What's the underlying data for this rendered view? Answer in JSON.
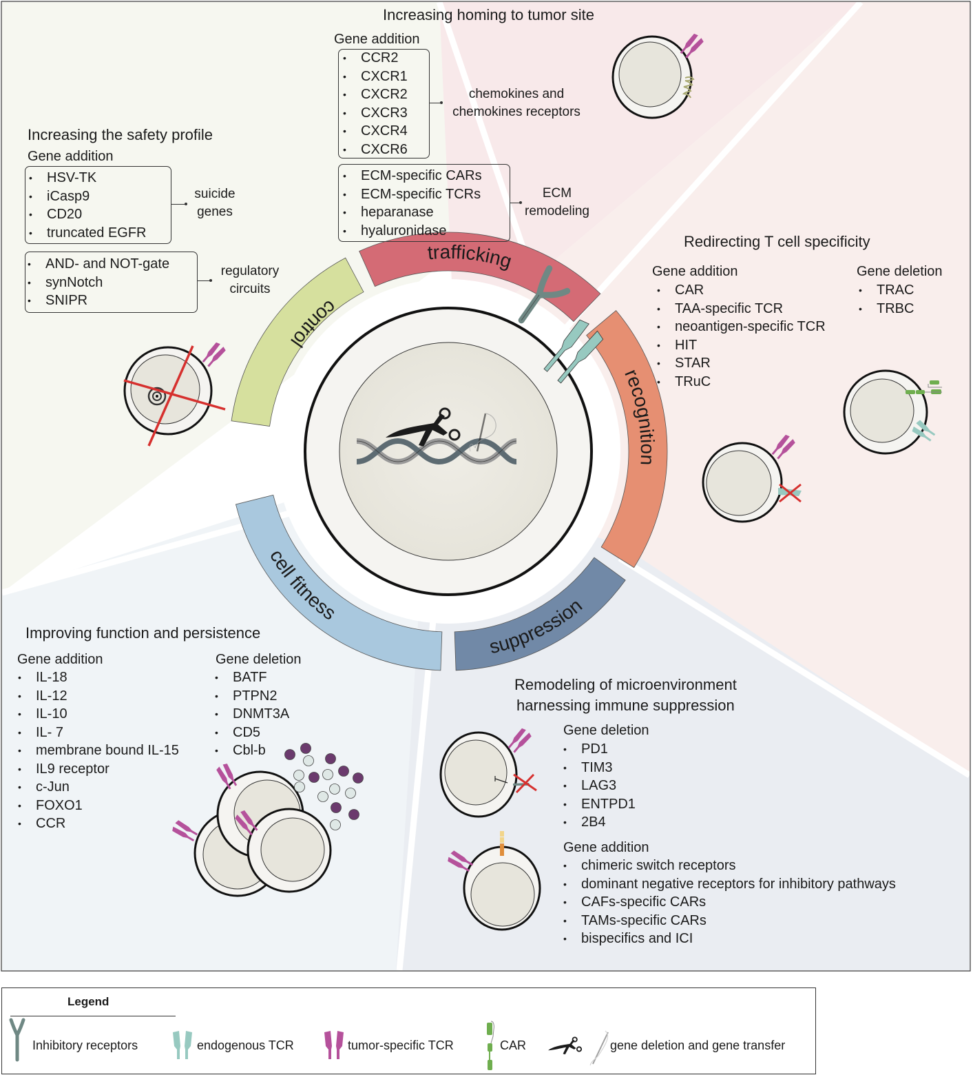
{
  "colors": {
    "control": "#d6e09e",
    "trafficking": "#d46b75",
    "recognition": "#e68f72",
    "cell_fitness": "#a9c8de",
    "suppression": "#7189a7",
    "bg_control": "#f6f7f0",
    "bg_trafficking": "#f8e9ea",
    "bg_recognition": "#f9eeec",
    "bg_fitness": "#f0f4f7",
    "bg_suppression": "#eaedf2",
    "tumor_tcr": "#b5519b",
    "endogenous_tcr": "#97c9c0",
    "inhibitory_receptor": "#7a948f",
    "car": "#6fae4f",
    "cross": "#d6302e"
  },
  "center": {
    "segments": {
      "control": "control",
      "trafficking": "trafficking",
      "recognition": "recognition",
      "cell_fitness": "cell fitness",
      "suppression": "suppression"
    },
    "icons": [
      "scissors-icon",
      "dna-helix-icon",
      "needle-thread-icon"
    ]
  },
  "safety": {
    "title": "Increasing the safety profile",
    "subtitle": "Gene addition",
    "suicide_items": [
      "HSV-TK",
      "iCasp9",
      "CD20",
      "truncated EGFR"
    ],
    "suicide_label": [
      "suicide",
      "genes"
    ],
    "circuit_items": [
      "AND- and NOT-gate",
      "synNotch",
      "SNIPR"
    ],
    "circuit_label": [
      "regulatory",
      "circuits"
    ]
  },
  "homing": {
    "title": "Increasing homing to tumor site",
    "subtitle": "Gene addition",
    "chemokine_items": [
      "CCR2",
      "CXCR1",
      "CXCR2",
      "CXCR3",
      "CXCR4",
      "CXCR6"
    ],
    "chemokine_label": [
      "chemokines and",
      "chemokines receptors"
    ],
    "ecm_items": [
      "ECM-specific CARs",
      "ECM-specific TCRs",
      "heparanase",
      "hyaluronidase"
    ],
    "ecm_label": [
      "ECM",
      "remodeling"
    ]
  },
  "specificity": {
    "title": "Redirecting T cell specificity",
    "addition_title": "Gene addition",
    "addition_items": [
      "CAR",
      "TAA-specific TCR",
      "neoantigen-specific TCR",
      "HIT",
      "STAR",
      "TRuC"
    ],
    "deletion_title": "Gene deletion",
    "deletion_items": [
      "TRAC",
      "TRBC"
    ]
  },
  "persistence": {
    "title": "Improving function and persistence",
    "addition_title": "Gene addition",
    "addition_items": [
      "IL-18",
      "IL-12",
      "IL-10",
      "IL- 7",
      "membrane bound IL-15",
      "IL9 receptor",
      "c-Jun",
      "FOXO1",
      "CCR"
    ],
    "deletion_title": "Gene deletion",
    "deletion_items": [
      "BATF",
      "PTPN2",
      "DNMT3A",
      "CD5",
      "Cbl-b"
    ]
  },
  "microenvironment": {
    "title_line1": "Remodeling of microenvironment",
    "title_line2": "harnessing immune suppression",
    "deletion_title": "Gene deletion",
    "deletion_items": [
      "PD1",
      "TIM3",
      "LAG3",
      "ENTPD1",
      "2B4"
    ],
    "addition_title": "Gene addition",
    "addition_items": [
      "chimeric switch receptors",
      "dominant negative receptors for inhibitory pathways",
      "CAFs-specific CARs",
      "TAMs-specific CARs",
      "bispecifics and ICI"
    ]
  },
  "legend": {
    "title": "Legend",
    "items": [
      {
        "icon": "inhibitory-receptor-icon",
        "label": "Inhibitory receptors"
      },
      {
        "icon": "endogenous-tcr-icon",
        "label": "endogenous TCR"
      },
      {
        "icon": "tumor-specific-tcr-icon",
        "label": "tumor-specific TCR"
      },
      {
        "icon": "car-icon",
        "label": "CAR"
      },
      {
        "icon": "scissors-needle-icon",
        "label": "gene deletion and gene transfer"
      }
    ]
  }
}
